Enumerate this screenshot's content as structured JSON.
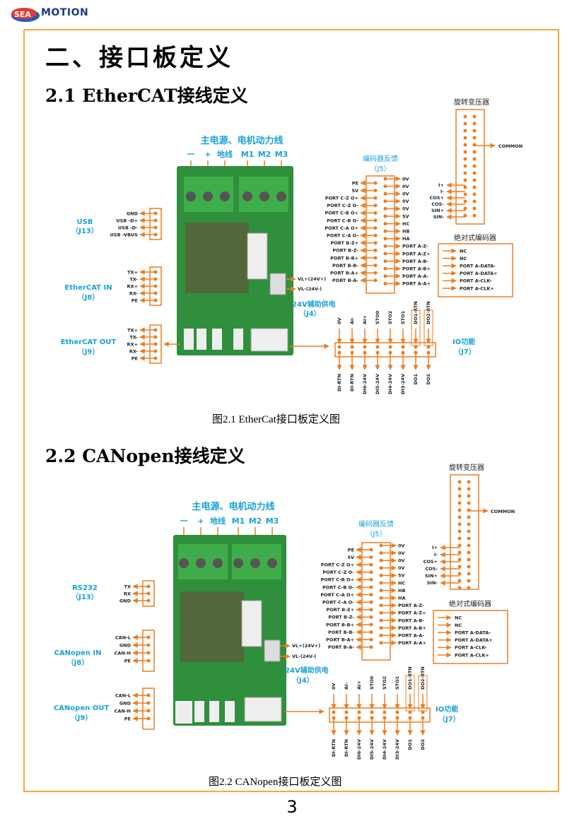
{
  "header": {
    "brand_left": "SEA",
    "brand_right": "MOTION"
  },
  "heading_main": "二、接口板定义",
  "section1": {
    "title": "2.1 EtherCAT接线定义",
    "caption": "图2.1 EtherCat接口板定义图",
    "power": {
      "title": "主电源、电机动力线",
      "labels": [
        "一",
        "+",
        "地线",
        "M1",
        "M2",
        "M3"
      ]
    },
    "resolver": {
      "title": "旋转变压器",
      "common": "COMMON",
      "pins": [
        "I+",
        "I-",
        "COS+",
        "COS-",
        "SIN+",
        "SIN-"
      ]
    },
    "encoder": {
      "title": "编码器反馈",
      "sub": "（J5）",
      "left": [
        "PE",
        "5V",
        "PORT C-Z O+",
        "PORT C-Z O-",
        "PORT C-B O+",
        "PORT C-B O-",
        "PORT C-A O+",
        "PORT C-A O-",
        "PORT B-Z+",
        "PORT B-Z-",
        "PORT B-B+",
        "PORT B-B-",
        "PORT B-A+",
        "PORT B-A-"
      ],
      "right": [
        "0V",
        "0V",
        "0V",
        "0V",
        "0V",
        "5V",
        "HC",
        "HB",
        "HA",
        "PORT A-Z-",
        "PORT A-Z+",
        "PORT A-B-",
        "PORT A-B+",
        "PORT A-A-",
        "PORT A-A+"
      ]
    },
    "abs": {
      "title": "绝对式编码器",
      "pins": [
        "NC",
        "NC",
        "PORT A-DATA-",
        "PORT A-DATA+",
        "PORT A-CLK-",
        "PORT A-CLK+"
      ]
    },
    "usb": {
      "name": "USB",
      "sub": "（J13）",
      "pins": [
        "GND",
        "USB -D+",
        "USB -D-",
        "USB -VBUS"
      ]
    },
    "ec_in": {
      "name": "EtherCAT IN",
      "sub": "（J8）",
      "pins": [
        "TX+",
        "TX-",
        "RX+",
        "RX-",
        "PE"
      ]
    },
    "ec_out": {
      "name": "EtherCAT OUT",
      "sub": "（J9）",
      "pins": [
        "TX+",
        "TX-",
        "RX+",
        "RX-",
        "PE"
      ]
    },
    "aux": {
      "title": "24V辅助供电",
      "sub": "（J4）",
      "vl_plus": "VL+(24V+)",
      "vl_minus": "VL-(24V-)"
    },
    "io": {
      "title": "IO功能",
      "sub": "（J7）",
      "top": [
        "0V",
        "AI-",
        "AI+",
        "STO0",
        "STO2",
        "STO1",
        "DO1-RTN",
        "DO2-RTN"
      ],
      "bottom": [
        "DI-RTN",
        "DI-RTN",
        "DI6-24V",
        "DI5-24V",
        "DI4-24V",
        "DI3-24V",
        "DO1",
        "DO2"
      ]
    }
  },
  "section2": {
    "title": "2.2 CANopen接线定义",
    "caption": "图2.2 CANopen接口板定义图",
    "power": {
      "title": "主电源、电机动力线",
      "labels": [
        "一",
        "+",
        "地线",
        "M1",
        "M2",
        "M3"
      ]
    },
    "resolver": {
      "title": "旋转变压器",
      "common": "COMMON",
      "pins": [
        "I+",
        "I-",
        "COS+",
        "COS-",
        "SIN+",
        "SIN-"
      ]
    },
    "encoder": {
      "title": "编码器反馈",
      "sub": "（J5）",
      "left": [
        "PE",
        "5V",
        "PORT C-Z O+",
        "PORT C-Z O-",
        "PORT C-B O+",
        "PORT C-B O-",
        "PORT C-A O+",
        "PORT C-A O-",
        "PORT B-Z+",
        "PORT B-Z-",
        "PORT B-B+",
        "PORT B-B-",
        "PORT B-A+",
        "PORT B-A-"
      ],
      "right": [
        "0V",
        "0V",
        "0V",
        "0V",
        "5V",
        "HC",
        "HB",
        "HA",
        "PORT A-Z-",
        "PORT A-Z+",
        "PORT A-B-",
        "PORT A-B+",
        "PORT A-A-",
        "PORT A-A+"
      ]
    },
    "abs": {
      "title": "绝对式编码器",
      "pins": [
        "NC",
        "NC",
        "PORT A-DATA-",
        "PORT A-DATA+",
        "PORT A-CLK-",
        "PORT A-CLK+"
      ]
    },
    "rs232": {
      "name": "RS232",
      "sub": "（J13）",
      "pins": [
        "TX",
        "RX",
        "GND"
      ]
    },
    "can_in": {
      "name": "CANopen IN",
      "sub": "（J8）",
      "pins": [
        "CAN-L",
        "GND",
        "CAN-H",
        "PE"
      ]
    },
    "can_out": {
      "name": "CANopen OUT",
      "sub": "（J9）",
      "pins": [
        "CAN-L",
        "GND",
        "CAN-H",
        "PE"
      ]
    },
    "aux": {
      "title": "24V辅助供电",
      "sub": "（J4）",
      "vl_plus": "VL+(24V+)",
      "vl_minus": "VL-(24V-)"
    },
    "io": {
      "title": "IO功能",
      "sub": "（J7）",
      "top": [
        "0V",
        "AI-",
        "AI+",
        "STO0",
        "STO2",
        "STO1",
        "DO1-RTN",
        "DO2-RTN"
      ],
      "bottom": [
        "DI-RTN",
        "DI-RTN",
        "DI6-24V",
        "DI5-24V",
        "DI4-24V",
        "DI3-24V",
        "DO1",
        "DO2"
      ]
    }
  },
  "page_number": "3",
  "colors": {
    "orange": "#ee7d22",
    "blue": "#1aa3d9",
    "pcb": "#2f8f3c",
    "frame": "#f2a93b"
  }
}
